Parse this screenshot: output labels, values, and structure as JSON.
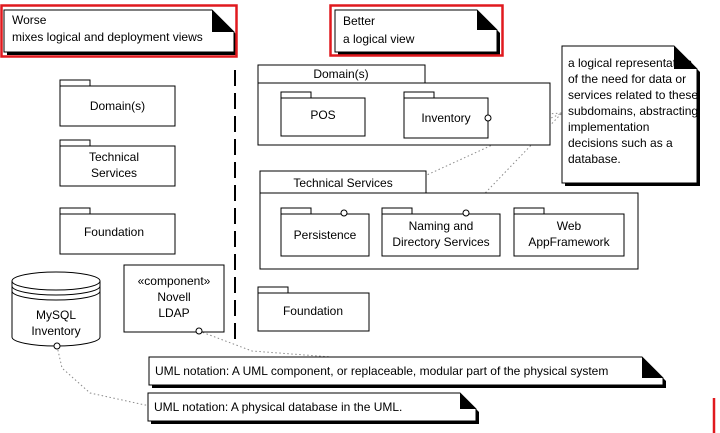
{
  "notes": {
    "worse": {
      "line1": "Worse",
      "line2": "mixes logical and deployment views"
    },
    "better": {
      "line1": "Better",
      "line2": "a logical view"
    },
    "logical_representation": [
      "a logical representation",
      "of the need for data or",
      "services related to these",
      "subdomains, abstracting",
      "implementation",
      "decisions such as a",
      "database."
    ],
    "uml_component": "UML notation: A UML component, or replaceable, modular part of the physical system",
    "uml_database": "UML notation: A physical database in the UML."
  },
  "left_view": {
    "domains": "Domain(s)",
    "technical_services": [
      "Technical",
      "Services"
    ],
    "foundation": "Foundation",
    "database": [
      "MySQL",
      "Inventory"
    ],
    "component": [
      "«component»",
      "Novell",
      "LDAP"
    ]
  },
  "right_view": {
    "domains": {
      "label": "Domain(s)",
      "pos": "POS",
      "inventory": "Inventory"
    },
    "technical_services": {
      "label": "Technical Services",
      "persistence": "Persistence",
      "naming": [
        "Naming and",
        "Directory Services"
      ],
      "web": [
        "Web",
        "AppFramework"
      ]
    },
    "foundation": "Foundation"
  }
}
